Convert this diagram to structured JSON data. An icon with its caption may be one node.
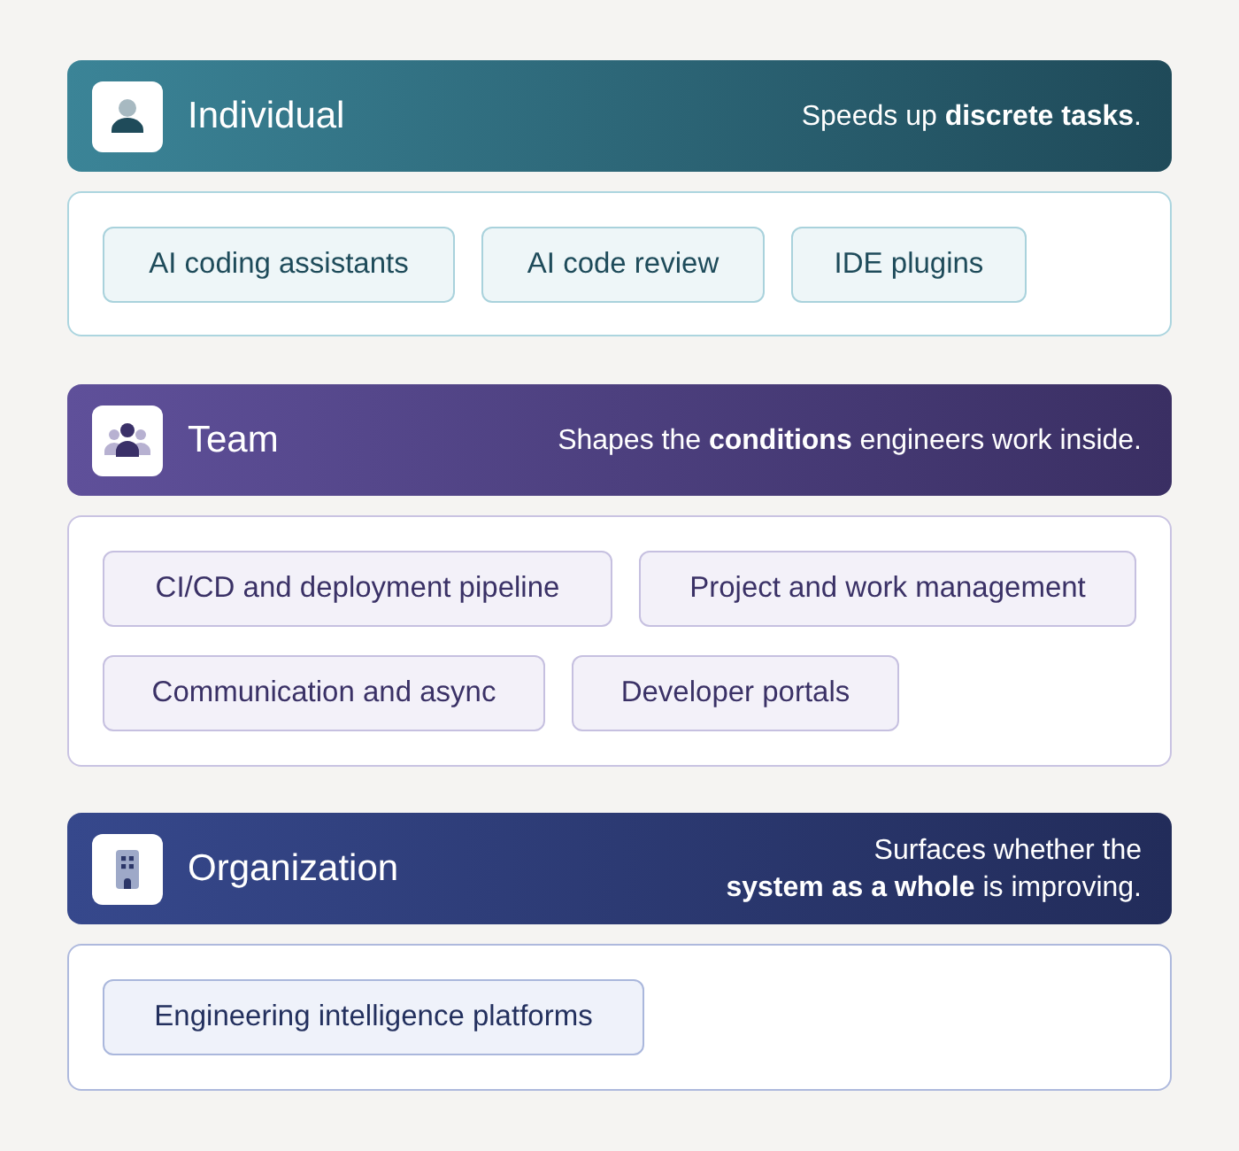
{
  "diagram": {
    "nodes": [
      {
        "text": [
          "Individual",
          "Speeds up **discrete tasks**."
        ]
      },
      {
        "text": [],
        "shape": "box"
      },
      {
        "text": [
          "AI coding assistants"
        ],
        "in": 1
      },
      {
        "text": [
          "AI code review"
        ],
        "in": 1
      },
      {
        "text": [
          "IDE plugins"
        ],
        "in": 1
      },
      {
        "text": [
          "Team",
          "Shapes the **conditions** engineers work inside."
        ]
      },
      {
        "text": [],
        "shape": "box"
      },
      {
        "text": [
          "CI/CD and deployment pipeline"
        ],
        "in": 6
      },
      {
        "text": [
          "Project and work management"
        ],
        "in": 6
      },
      {
        "text": [
          "Communication and async"
        ],
        "in": 6
      },
      {
        "text": [
          "Developer portals"
        ],
        "in": 6
      },
      {
        "text": [
          "Organization",
          "Surfaces whether the **system as a whole** is improving."
        ]
      },
      {
        "text": [],
        "shape": "box"
      },
      {
        "text": [
          "Engineering intelligence platforms"
        ],
        "in": 12
      }
    ],
    "edges": []
  }
}
